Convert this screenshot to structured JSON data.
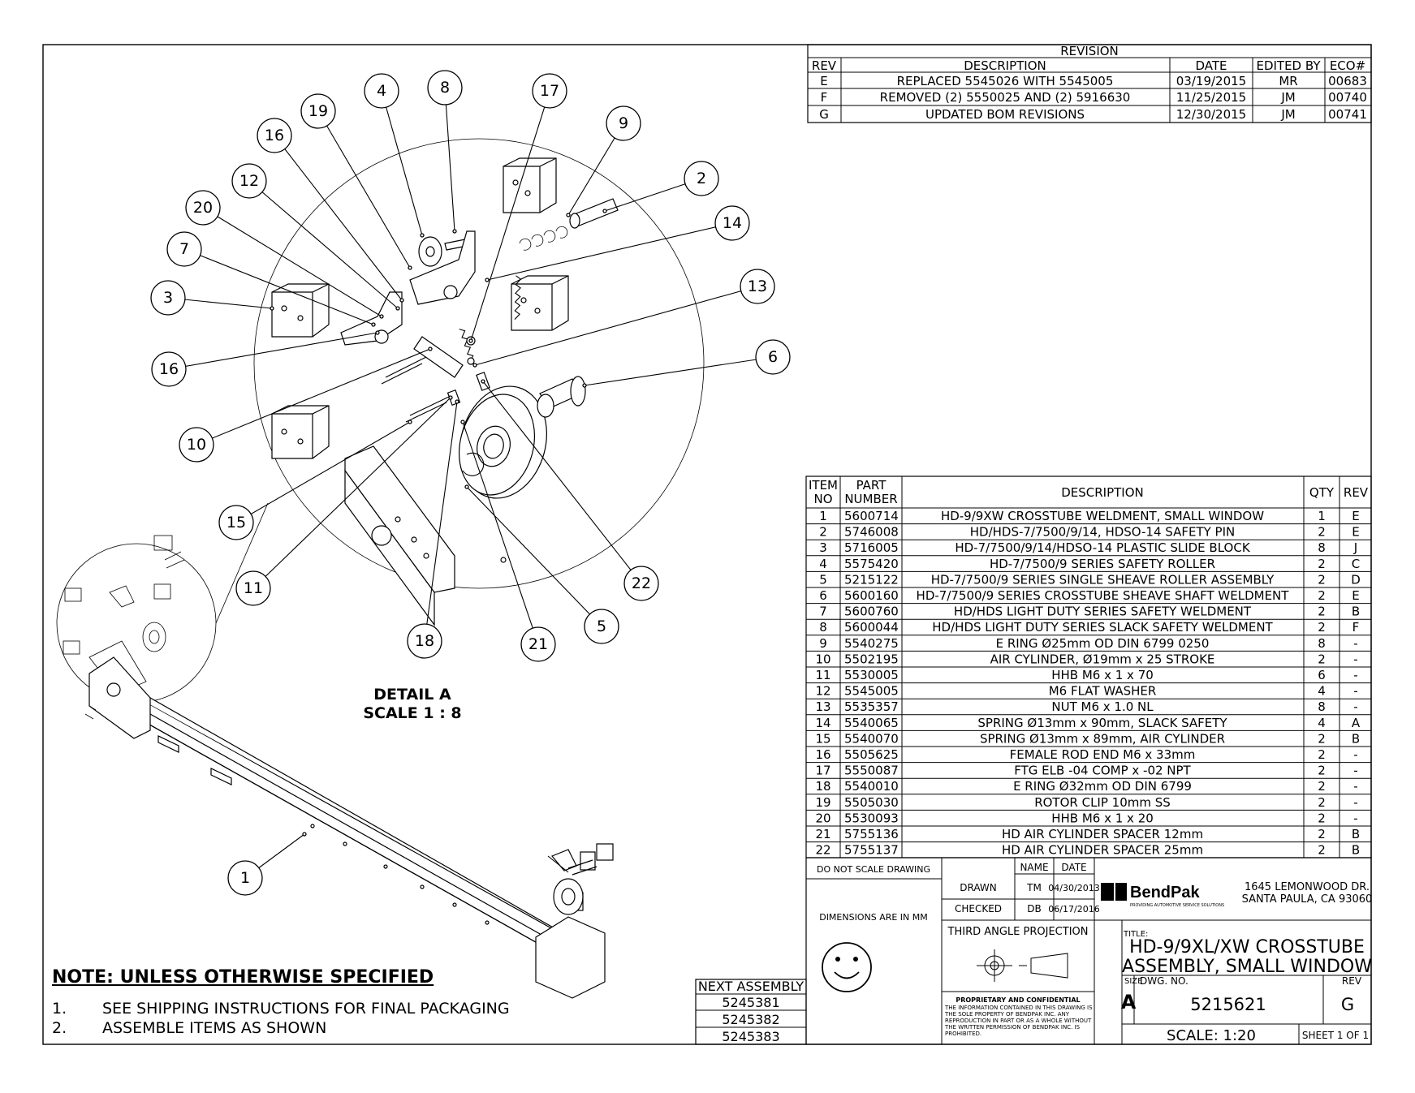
{
  "revision_table": {
    "title": "REVISION",
    "headers": [
      "REV",
      "DESCRIPTION",
      "DATE",
      "EDITED BY",
      "ECO#"
    ],
    "rows": [
      {
        "rev": "E",
        "description": "REPLACED 5545026 WITH 5545005",
        "date": "03/19/2015",
        "edited_by": "MR",
        "eco": "00683"
      },
      {
        "rev": "F",
        "description": "REMOVED (2) 5550025 AND (2) 5916630",
        "date": "11/25/2015",
        "edited_by": "JM",
        "eco": "00740"
      },
      {
        "rev": "G",
        "description": "UPDATED BOM REVISIONS",
        "date": "12/30/2015",
        "edited_by": "JM",
        "eco": "00741"
      }
    ]
  },
  "bom": {
    "headers": {
      "item": "ITEM",
      "no": "NO",
      "part": "PART",
      "number": "NUMBER",
      "description": "DESCRIPTION",
      "qty": "QTY",
      "rev": "REV"
    },
    "rows": [
      {
        "item": "1",
        "part": "5600714",
        "description": "HD-9/9XW CROSSTUBE WELDMENT, SMALL WINDOW",
        "qty": "1",
        "rev": "E"
      },
      {
        "item": "2",
        "part": "5746008",
        "description": "HD/HDS-7/7500/9/14, HDSO-14 SAFETY PIN",
        "qty": "2",
        "rev": "E"
      },
      {
        "item": "3",
        "part": "5716005",
        "description": "HD-7/7500/9/14/HDSO-14 PLASTIC SLIDE BLOCK",
        "qty": "8",
        "rev": "J"
      },
      {
        "item": "4",
        "part": "5575420",
        "description": "HD-7/7500/9 SERIES SAFETY ROLLER",
        "qty": "2",
        "rev": "C"
      },
      {
        "item": "5",
        "part": "5215122",
        "description": "HD-7/7500/9 SERIES SINGLE SHEAVE ROLLER ASSEMBLY",
        "qty": "2",
        "rev": "D"
      },
      {
        "item": "6",
        "part": "5600160",
        "description": "HD-7/7500/9 SERIES CROSSTUBE SHEAVE SHAFT WELDMENT",
        "qty": "2",
        "rev": "E"
      },
      {
        "item": "7",
        "part": "5600760",
        "description": "HD/HDS LIGHT DUTY SERIES SAFETY WELDMENT",
        "qty": "2",
        "rev": "B"
      },
      {
        "item": "8",
        "part": "5600044",
        "description": "HD/HDS LIGHT DUTY SERIES SLACK SAFETY WELDMENT",
        "qty": "2",
        "rev": "F"
      },
      {
        "item": "9",
        "part": "5540275",
        "description": "E RING Ø25mm OD DIN 6799 0250",
        "qty": "8",
        "rev": "-"
      },
      {
        "item": "10",
        "part": "5502195",
        "description": "AIR CYLINDER, Ø19mm x 25 STROKE",
        "qty": "2",
        "rev": "-"
      },
      {
        "item": "11",
        "part": "5530005",
        "description": "HHB M6 x 1 x 70",
        "qty": "6",
        "rev": "-"
      },
      {
        "item": "12",
        "part": "5545005",
        "description": "M6 FLAT WASHER",
        "qty": "4",
        "rev": "-"
      },
      {
        "item": "13",
        "part": "5535357",
        "description": "NUT M6 x 1.0 NL",
        "qty": "8",
        "rev": "-"
      },
      {
        "item": "14",
        "part": "5540065",
        "description": "SPRING Ø13mm x 90mm, SLACK SAFETY",
        "qty": "4",
        "rev": "A"
      },
      {
        "item": "15",
        "part": "5540070",
        "description": "SPRING Ø13mm x 89mm, AIR CYLINDER",
        "qty": "2",
        "rev": "B"
      },
      {
        "item": "16",
        "part": "5505625",
        "description": "FEMALE ROD END M6 x 33mm",
        "qty": "2",
        "rev": "-"
      },
      {
        "item": "17",
        "part": "5550087",
        "description": "FTG ELB -04 COMP x -02 NPT",
        "qty": "2",
        "rev": "-"
      },
      {
        "item": "18",
        "part": "5540010",
        "description": "E RING Ø32mm OD DIN 6799",
        "qty": "2",
        "rev": "-"
      },
      {
        "item": "19",
        "part": "5505030",
        "description": "ROTOR CLIP 10mm SS",
        "qty": "2",
        "rev": "-"
      },
      {
        "item": "20",
        "part": "5530093",
        "description": "HHB M6 x 1 x 20",
        "qty": "2",
        "rev": "-"
      },
      {
        "item": "21",
        "part": "5755136",
        "description": "HD AIR CYLINDER SPACER 12mm",
        "qty": "2",
        "rev": "B"
      },
      {
        "item": "22",
        "part": "5755137",
        "description": "HD AIR CYLINDER SPACER 25mm",
        "qty": "2",
        "rev": "B"
      }
    ]
  },
  "balloons": [
    "4",
    "8",
    "17",
    "19",
    "16",
    "9",
    "12",
    "2",
    "20",
    "14",
    "7",
    "13",
    "3",
    "16",
    "6",
    "10",
    "15",
    "22",
    "11",
    "5",
    "18",
    "21",
    "1"
  ],
  "detail": {
    "label": "DETAIL A",
    "scale": "SCALE 1 : 8"
  },
  "notes": {
    "title": "NOTE: UNLESS OTHERWISE SPECIFIED",
    "lines": [
      {
        "num": "1.",
        "text": "SEE SHIPPING INSTRUCTIONS FOR FINAL PACKAGING"
      },
      {
        "num": "2.",
        "text": "ASSEMBLE ITEMS AS SHOWN"
      }
    ]
  },
  "next_assembly": {
    "title": "NEXT ASSEMBLY",
    "items": [
      "5245381",
      "5245382",
      "5245383"
    ]
  },
  "title_block": {
    "do_not_scale": "DO NOT SCALE DRAWING",
    "dimensions": "DIMENSIONS ARE IN MM",
    "name_header": "NAME",
    "date_header": "DATE",
    "drawn_label": "DRAWN",
    "drawn_name": "TM",
    "drawn_date": "04/30/2013",
    "checked_label": "CHECKED",
    "checked_name": "DB",
    "checked_date": "06/17/2016",
    "projection": "THIRD ANGLE PROJECTION",
    "company_name": "BendPak",
    "company_tagline": "PROVIDING AUTOMOTIVE SERVICE SOLUTIONS",
    "address_1": "1645 LEMONWOOD DR.",
    "address_2": "SANTA PAULA, CA 93060",
    "title_label": "TITLE:",
    "title_1": "HD-9/9XL/XW CROSSTUBE",
    "title_2": "ASSEMBLY, SMALL WINDOW",
    "size_label": "SIZE",
    "size": "A",
    "dwg_label": "DWG. NO.",
    "dwg_no": "5215621",
    "rev_label": "REV",
    "rev": "G",
    "scale": "SCALE: 1:20",
    "sheet": "SHEET 1 OF 1",
    "proprietary_title": "PROPRIETARY AND CONFIDENTIAL",
    "proprietary_lines": [
      "THE INFORMATION CONTAINED IN THIS DRAWING IS",
      "THE SOLE PROPERTY OF BENDPAK INC. ANY",
      "REPRODUCTION IN PART OR AS A WHOLE WITHOUT",
      "THE WRITTEN PERMISSION OF BENDPAK INC. IS",
      "PROHIBITED."
    ]
  }
}
